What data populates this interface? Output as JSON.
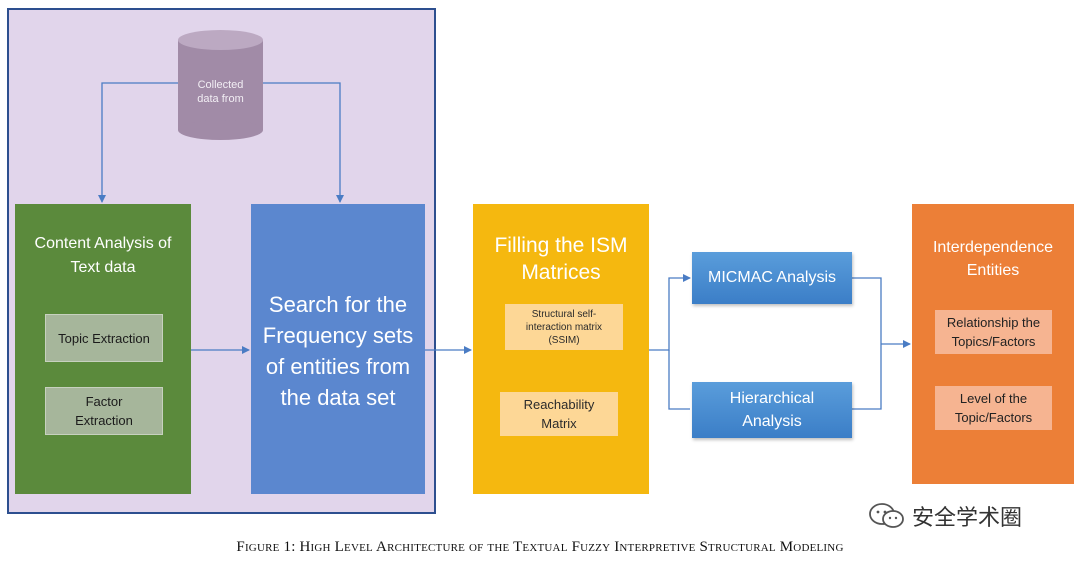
{
  "diagram": {
    "source": {
      "label_line1": "Collected",
      "label_line2": "data from"
    },
    "content_analysis": {
      "title_line1": "Content Analysis of",
      "title_line2": "Text data",
      "topic_extraction": "Topic Extraction",
      "factor_line1": "Factor",
      "factor_line2": "Extraction"
    },
    "search": {
      "line1": "Search for the",
      "line2": "Frequency sets",
      "line3": "of entities from",
      "line4": "the data set"
    },
    "ism": {
      "title_line1": "Filling the ISM",
      "title_line2": "Matrices",
      "ssim_line1": "Structural self-",
      "ssim_line2": "interaction matrix",
      "ssim_line3": "(SSIM)",
      "reach_line1": "Reachability",
      "reach_line2": "Matrix"
    },
    "micmac": "MICMAC Analysis",
    "hierarchical": {
      "line1": "Hierarchical",
      "line2": "Analysis"
    },
    "interdependence": {
      "title_line1": "Interdependence",
      "title_line2": "Entities",
      "rel_line1": "Relationship the",
      "rel_line2": "Topics/Factors",
      "level_line1": "Level of  the",
      "level_line2": "Topic/Factors"
    }
  },
  "caption": "Figure 1:  High Level Architecture of the Textual Fuzzy Interpretive Structural Modeling",
  "watermark": {
    "text": "安全学术圈",
    "icon": "wechat-icon"
  },
  "colors": {
    "lavender": "#e1d5eb",
    "green": "#5b8a3c",
    "blue": "#5b87cf",
    "yellow": "#f5b80f",
    "orange": "#ec7f37",
    "arrow": "#4a7cc4"
  }
}
